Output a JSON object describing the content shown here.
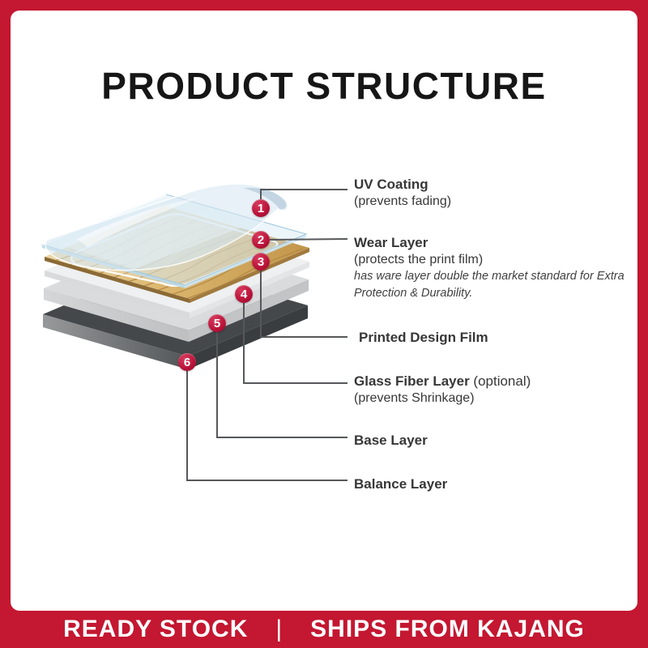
{
  "theme": {
    "brand-red": "#c41731",
    "circle-red": "#b81238",
    "circle-red-light": "#d63a5c",
    "text-dark": "#373737",
    "line-gray": "#55575a",
    "card-bg": "#ffffff",
    "title-color": "#161616",
    "footer-text": "#ffffff"
  },
  "header": {
    "title": "PRODUCT STRUCTURE"
  },
  "diagram": {
    "callouts": [
      {
        "number": "1",
        "title": "UV Coating",
        "title_suffix": "",
        "subtitle": "(prevents fading)",
        "note": ""
      },
      {
        "number": "2",
        "title": "Wear Layer",
        "title_suffix": "",
        "subtitle": "(protects the print film)",
        "note": "has ware layer double the market standard for Extra Protection & Durability."
      },
      {
        "number": "3",
        "title": "Printed Design Film",
        "title_suffix": "",
        "subtitle": "",
        "note": ""
      },
      {
        "number": "4",
        "title": "Glass Fiber Layer",
        "title_suffix": " (optional)",
        "subtitle": "(prevents Shrinkage)",
        "note": ""
      },
      {
        "number": "5",
        "title": "Base Layer",
        "title_suffix": "",
        "subtitle": "",
        "note": ""
      },
      {
        "number": "6",
        "title": "Balance Layer",
        "title_suffix": "",
        "subtitle": "",
        "note": ""
      }
    ]
  },
  "footer": {
    "ready_text": "READY STOCK",
    "separator": "|",
    "ships_text": "SHIPS FROM KAJANG"
  }
}
